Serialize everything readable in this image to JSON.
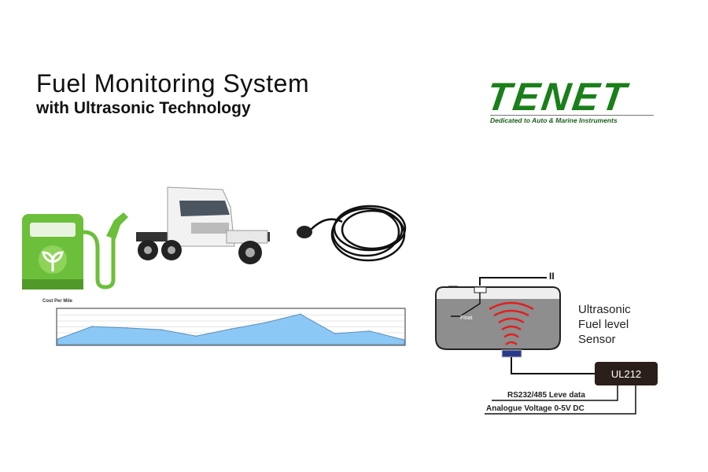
{
  "header": {
    "title": "Fuel Monitoring System",
    "subtitle": "with Ultrasonic Technology"
  },
  "logo": {
    "brand": "TENET",
    "tagline": "Dedicated to Auto & Marine Instruments",
    "color": "#1a7f1a"
  },
  "images": {
    "fuel_pump": "fuel-pump-icon",
    "truck": "truck-image",
    "sensor": "ultrasonic-sensor-image"
  },
  "chart_data": {
    "type": "area",
    "title": "Cost Per Mile",
    "values": [
      0.15,
      0.51,
      0.47,
      0.42,
      0.24,
      0.44,
      0.62,
      0.86,
      0.31,
      0.38,
      0.13
    ],
    "grid": true,
    "color": "#8cc8f5"
  },
  "diagram": {
    "float_label": "Float",
    "sensor_label": [
      "Ultrasonic",
      "Fuel level",
      "Sensor"
    ],
    "unit_label": "UL212",
    "output1": "RS232/485 Leve data",
    "output2": "Analogue Voltage 0-5V DC",
    "wave_color": "#e02020"
  }
}
